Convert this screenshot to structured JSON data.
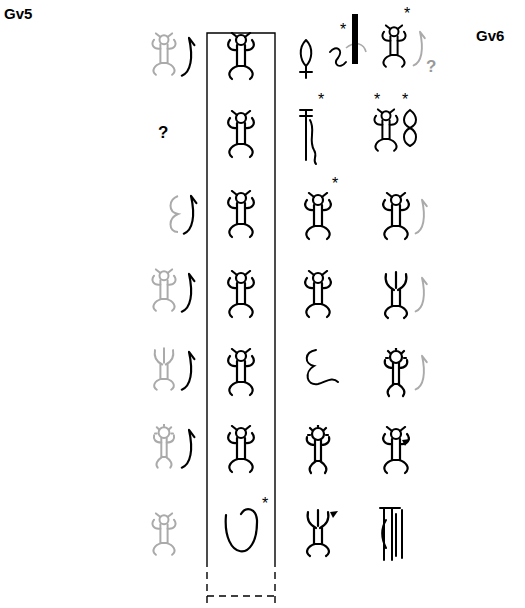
{
  "diagram": {
    "labels": [
      "Gv5",
      "*",
      "*",
      "Gv6",
      "?",
      "?",
      "*",
      "*",
      "*",
      "*",
      "*"
    ]
  }
}
